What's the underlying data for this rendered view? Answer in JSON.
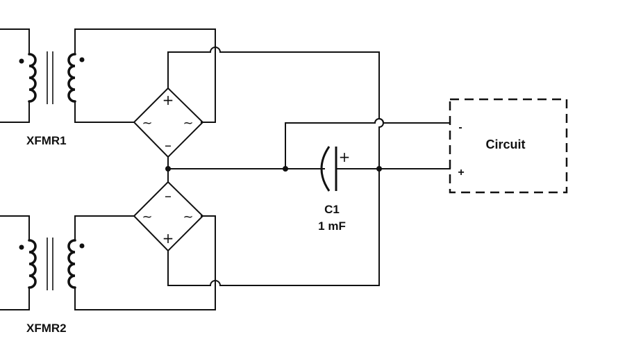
{
  "transformers": [
    {
      "label": "XFMR1"
    },
    {
      "label": "XFMR2"
    }
  ],
  "bridges": [
    {
      "plus": "+",
      "minus": "–",
      "ac": "~"
    },
    {
      "plus": "+",
      "minus": "–",
      "ac": "~"
    }
  ],
  "capacitor": {
    "name": "C1",
    "value": "1 mF",
    "polarity": "+"
  },
  "load": {
    "label": "Circuit",
    "minus": "-",
    "plus": "+"
  }
}
